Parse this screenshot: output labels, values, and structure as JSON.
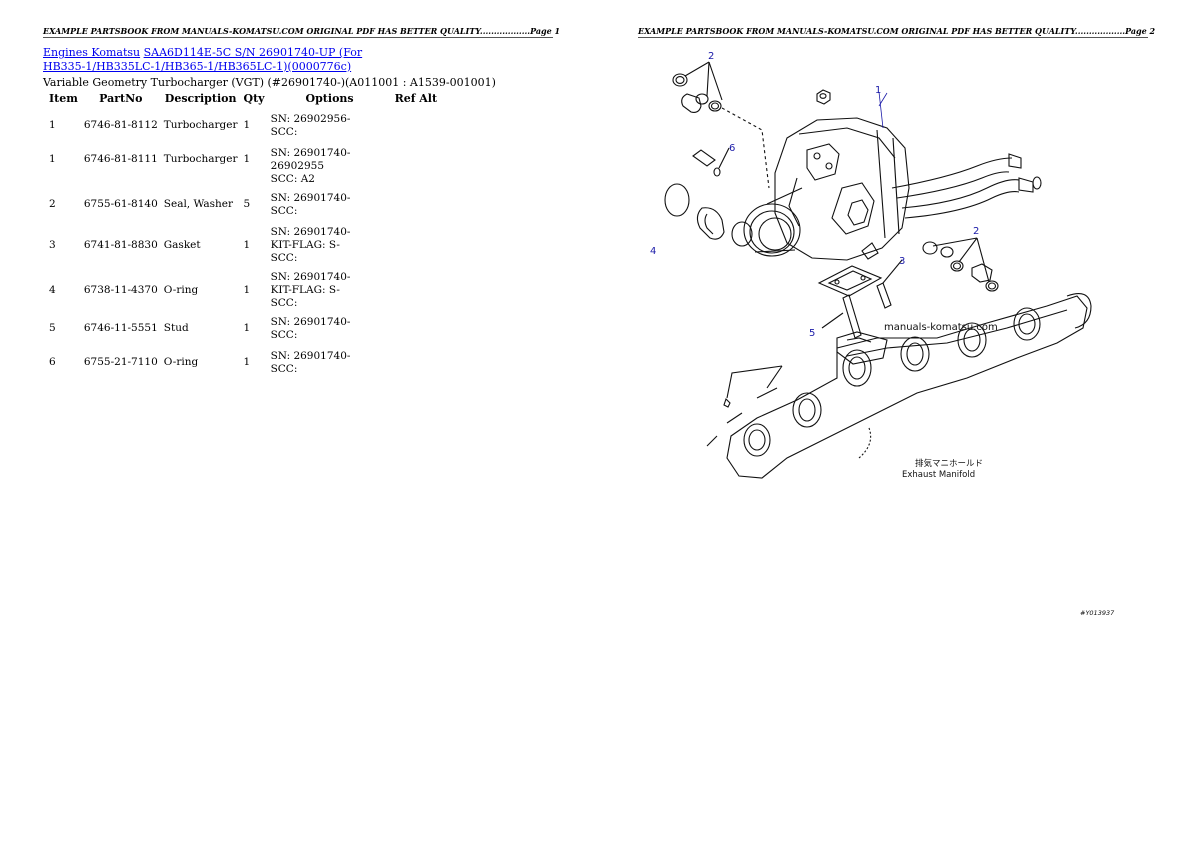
{
  "pages": [
    {
      "header": "EXAMPLE PARTSBOOK FROM MANUALS-KOMATSU.COM ORIGINAL PDF HAS BETTER QUALITY..................Page 1"
    },
    {
      "header": "EXAMPLE PARTSBOOK FROM MANUALS-KOMATSU.COM ORIGINAL PDF HAS BETTER QUALITY..................Page 2"
    }
  ],
  "breadcrumb": {
    "link1": "Engines Komatsu",
    "link2_line1": "SAA6D114E-5C S/N 26901740-UP (For",
    "link2_line2": "HB335-1/HB335LC-1/HB365-1/HB365LC-1)(0000776c)"
  },
  "subtitle": "Variable Geometry Turbocharger (VGT) (#26901740-)(A011001 : A1539-001001)",
  "table": {
    "headers": [
      "Item",
      "PartNo",
      "Description",
      "Qty",
      "Options",
      "Ref Alt"
    ],
    "rows": [
      {
        "item": "1",
        "partno": "6746-81-8112",
        "description": "Turbocharger",
        "qty": "1",
        "options": [
          "SN: 26902956-",
          "SCC:"
        ]
      },
      {
        "item": "1",
        "partno": "6746-81-8111",
        "description": "Turbocharger",
        "qty": "1",
        "options": [
          "SN: 26901740-26902955",
          "SCC: A2"
        ]
      },
      {
        "item": "2",
        "partno": "6755-61-8140",
        "description": "Seal, Washer",
        "qty": "5",
        "options": [
          "SN: 26901740-",
          "SCC:"
        ]
      },
      {
        "item": "3",
        "partno": "6741-81-8830",
        "description": "Gasket",
        "qty": "1",
        "options": [
          "SN: 26901740-",
          "KIT-FLAG: S-",
          "SCC:"
        ]
      },
      {
        "item": "4",
        "partno": "6738-11-4370",
        "description": "O-ring",
        "qty": "1",
        "options": [
          "SN: 26901740-",
          "KIT-FLAG: S-",
          "SCC:"
        ]
      },
      {
        "item": "5",
        "partno": "6746-11-5551",
        "description": "Stud",
        "qty": "1",
        "options": [
          "SN: 26901740-",
          "SCC:"
        ]
      },
      {
        "item": "6",
        "partno": "6755-21-7110",
        "description": "O-ring",
        "qty": "1",
        "options": [
          "SN: 26901740-",
          "SCC:"
        ]
      }
    ]
  },
  "diagram": {
    "callouts": [
      "2",
      "1",
      "6",
      "4",
      "2",
      "3",
      "5"
    ],
    "watermark": "manuals-komatsu.com",
    "label_jp": "排気マニホールド",
    "label_en": "Exhaust Manifold",
    "figure_code": "#Y013937",
    "accent_color": "#1a1aa8"
  }
}
